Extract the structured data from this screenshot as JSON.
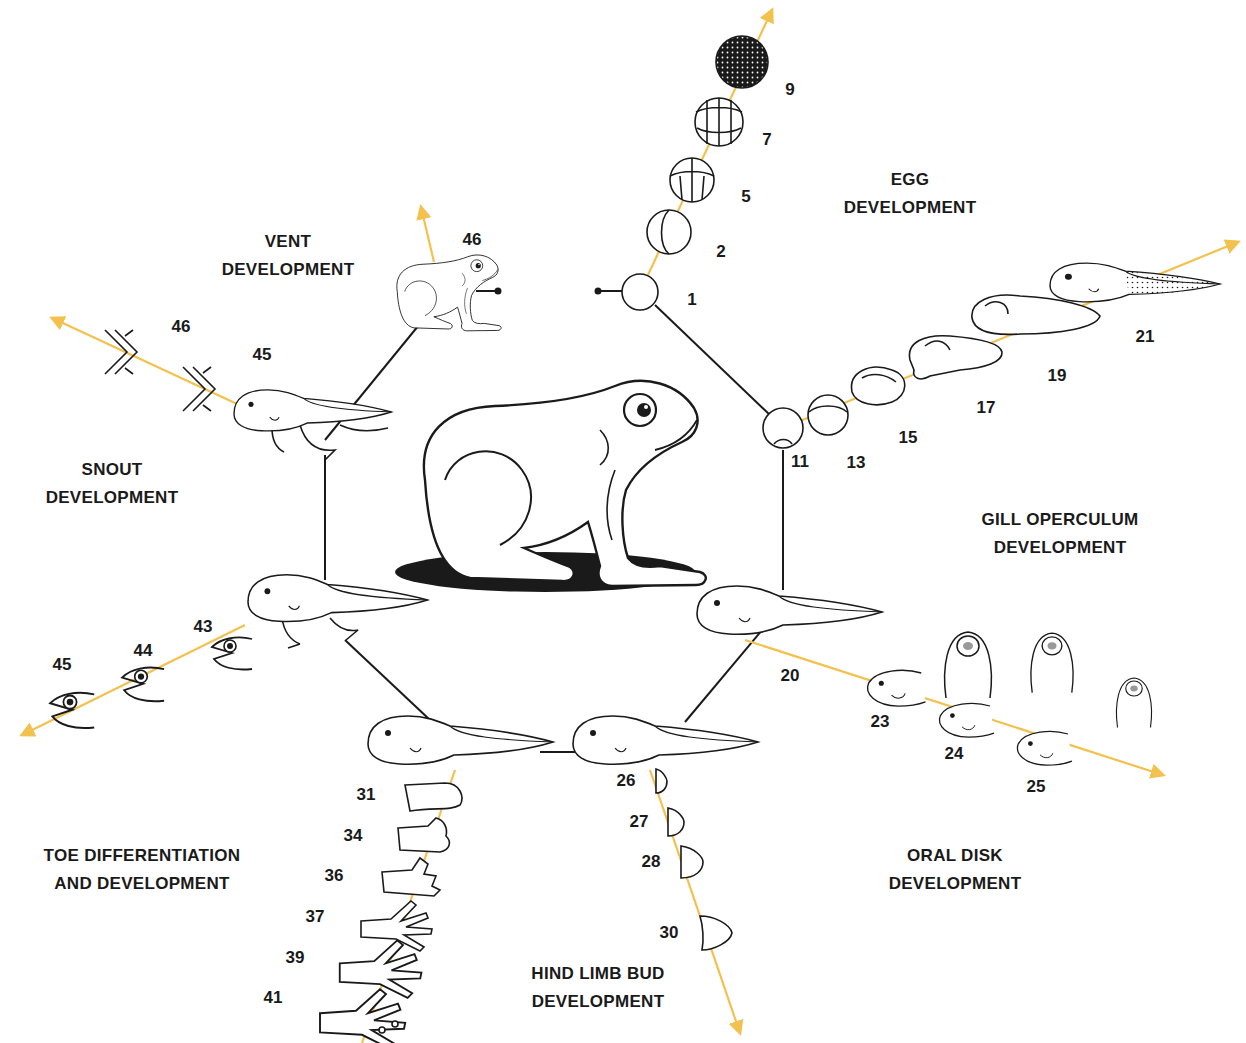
{
  "diagram": {
    "labels": [
      "EGG DEVELOPMENT",
      "9",
      "7",
      "5",
      "2",
      "1",
      "VENT DEVELOPMENT",
      "46",
      "46",
      "45",
      "11",
      "13",
      "15",
      "17",
      "19",
      "21",
      "SNOUT DEVELOPMENT",
      "GILL OPERCULUM DEVELOPMENT",
      "20",
      "23",
      "24",
      "25",
      "43",
      "44",
      "45",
      "31",
      "34",
      "36",
      "37",
      "39",
      "41",
      "26",
      "27",
      "28",
      "30",
      "TOE DIFFERENTIATION AND DEVELOPMENT",
      "ORAL DISK DEVELOPMENT",
      "HIND LIMB BUD DEVELOPMENT"
    ]
  }
}
